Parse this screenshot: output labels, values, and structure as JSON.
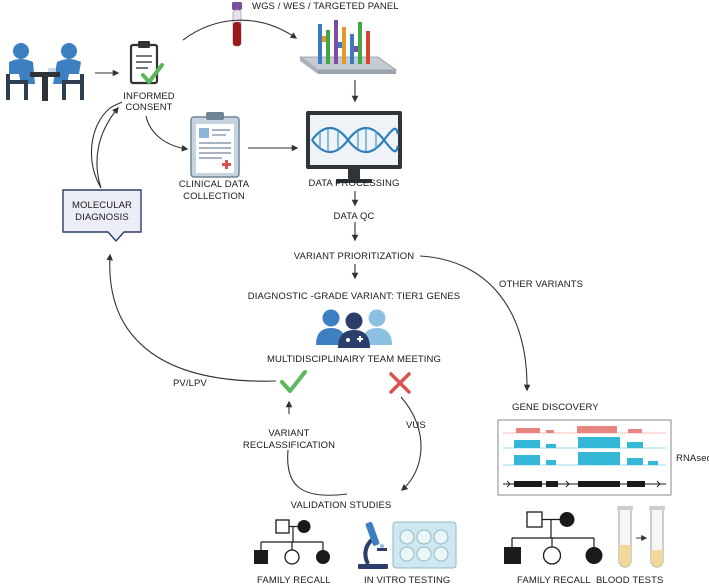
{
  "labels": {
    "sequencing": "WGS / WES / TARGETED PANEL",
    "informed_consent_1": "INFORMED",
    "informed_consent_2": "CONSENT",
    "clinical_data_1": "CLINICAL DATA",
    "clinical_data_2": "COLLECTION",
    "data_processing": "DATA PROCESSING",
    "data_qc": "DATA QC",
    "variant_prioritization": "VARIANT PRIORITIZATION",
    "diagnostic_grade": "DIAGNOSTIC -GRADE VARIANT: TIER1 GENES",
    "mdt_meeting": "MULTIDISCIPLINAIRY TEAM MEETING",
    "molecular_diagnosis_1": "MOLECULAR",
    "molecular_diagnosis_2": "DIAGNOSIS",
    "pv_lpv": "PV/LPV",
    "other_variants": "OTHER VARIANTS",
    "vus": "VUS",
    "variant_reclass_1": "VARIANT",
    "variant_reclass_2": "RECLASSIFICATION",
    "validation_studies": "VALIDATION STUDIES",
    "gene_discovery": "GENE DISCOVERY",
    "rnaseq": "RNAseq",
    "family_recall_left": "FAMILY RECALL",
    "in_vitro_testing": "IN VITRO TESTING",
    "family_recall_right": "FAMILY RECALL",
    "blood_tests": "BLOOD TESTS"
  },
  "icons": {
    "consultation": "doctor-patient-consultation-icon",
    "consent": "clipboard-checkmark-icon",
    "blood_tube": "blood-sample-tube-icon",
    "sequencer": "sequencing-chip-icon",
    "clinical_record": "medical-record-clipboard-icon",
    "monitor": "computer-dna-icon",
    "team": "medical-team-icon",
    "check": "green-check-icon",
    "cross": "red-cross-icon",
    "microscope": "microscope-icon",
    "well_plate": "well-plate-icon",
    "pedigree": "pedigree-chart-icon",
    "tubes": "blood-tubes-icon"
  },
  "colors": {
    "check": "#5cb85c",
    "cross": "#d9534f",
    "blue_primary": "#3d7fc1",
    "blue_light": "#8cc0e0",
    "blood": "#9b1b1b",
    "navy": "#2c3e6b",
    "rnaseq_red": "#e7867f",
    "rnaseq_cyan": "#35b8d6"
  }
}
